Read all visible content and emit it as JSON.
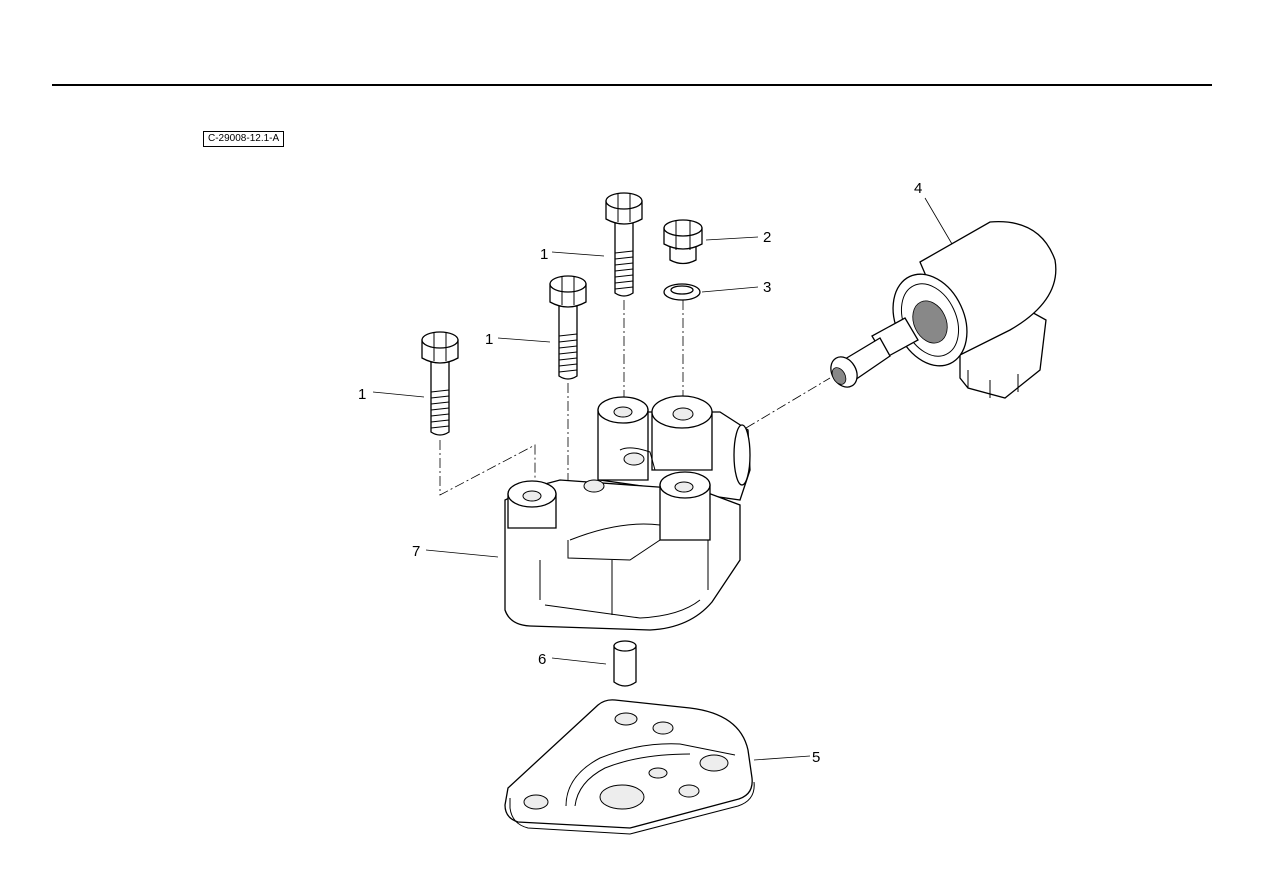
{
  "reference_code": "C-29008-12.1-A",
  "callouts": {
    "bolt_a": "1",
    "bolt_b": "1",
    "bolt_c": "1",
    "plug": "2",
    "washer": "3",
    "solenoid": "4",
    "gasket": "5",
    "dowel": "6",
    "housing": "7"
  }
}
